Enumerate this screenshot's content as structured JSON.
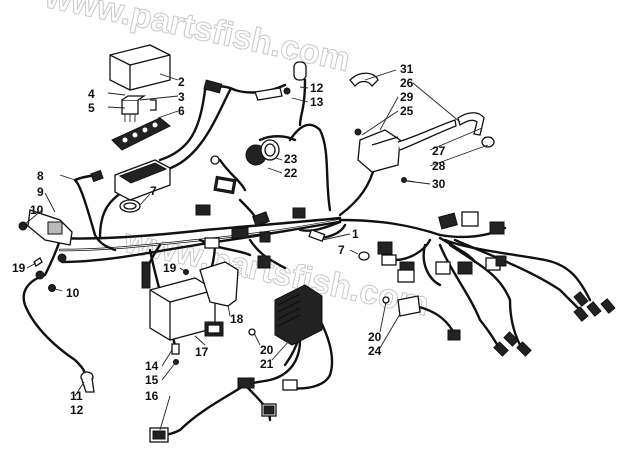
{
  "watermark": "www.partsfish.com",
  "callouts": [
    {
      "id": "c1",
      "text": "1"
    },
    {
      "id": "c2",
      "text": "2"
    },
    {
      "id": "c3",
      "text": "3"
    },
    {
      "id": "c4",
      "text": "4"
    },
    {
      "id": "c5",
      "text": "5"
    },
    {
      "id": "c6",
      "text": "6"
    },
    {
      "id": "c7a",
      "text": "7"
    },
    {
      "id": "c7b",
      "text": "7"
    },
    {
      "id": "c8",
      "text": "8"
    },
    {
      "id": "c9",
      "text": "9"
    },
    {
      "id": "c10a",
      "text": "10"
    },
    {
      "id": "c10b",
      "text": "10"
    },
    {
      "id": "c11",
      "text": "11"
    },
    {
      "id": "c12a",
      "text": "12"
    },
    {
      "id": "c12b",
      "text": "12"
    },
    {
      "id": "c13",
      "text": "13"
    },
    {
      "id": "c14",
      "text": "14"
    },
    {
      "id": "c15",
      "text": "15"
    },
    {
      "id": "c16",
      "text": "16"
    },
    {
      "id": "c17",
      "text": "17"
    },
    {
      "id": "c18",
      "text": "18"
    },
    {
      "id": "c19a",
      "text": "19"
    },
    {
      "id": "c19b",
      "text": "19"
    },
    {
      "id": "c20a",
      "text": "20"
    },
    {
      "id": "c20b",
      "text": "20"
    },
    {
      "id": "c21",
      "text": "21"
    },
    {
      "id": "c22",
      "text": "22"
    },
    {
      "id": "c23",
      "text": "23"
    },
    {
      "id": "c24",
      "text": "24"
    },
    {
      "id": "c25",
      "text": "25"
    },
    {
      "id": "c26",
      "text": "26"
    },
    {
      "id": "c27",
      "text": "27"
    },
    {
      "id": "c28",
      "text": "28"
    },
    {
      "id": "c29",
      "text": "29"
    },
    {
      "id": "c30",
      "text": "30"
    },
    {
      "id": "c31",
      "text": "31"
    }
  ]
}
